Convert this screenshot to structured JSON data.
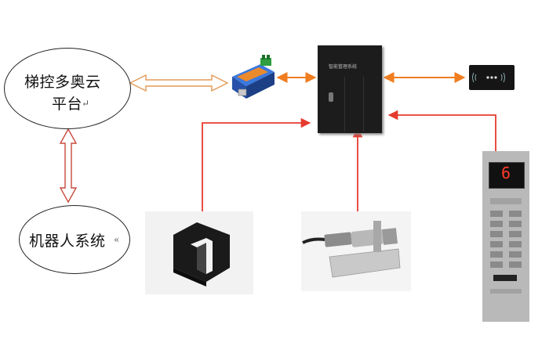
{
  "cloud_platform": {
    "line1": "梯控多奥云",
    "line2": "平台",
    "line2_mark": "↵"
  },
  "robot_system": {
    "label": "机器人系统",
    "mark": "«"
  },
  "controller": {
    "label": "智能管理系统"
  },
  "elevator_panel": {
    "display_digit": "6"
  },
  "colors": {
    "orange_arrow": "#f07d1f",
    "red_arrow": "#e53b2e",
    "outline_arrow": "#c94a3c",
    "controller_box": "#1c1c1c",
    "converter_blue": "#2f6fd6"
  }
}
